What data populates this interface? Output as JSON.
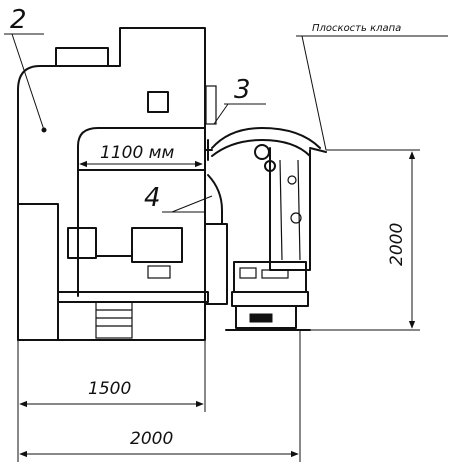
{
  "labels": {
    "callout_2": "2",
    "callout_3": "3",
    "callout_4": "4",
    "top_right_note": "Плоскость клапа"
  },
  "dimensions": {
    "inner_width": "1100 мм",
    "height": "2000",
    "base_width": "1500",
    "total_width": "2000"
  },
  "colors": {
    "ink": "#111111",
    "paper": "#ffffff"
  }
}
